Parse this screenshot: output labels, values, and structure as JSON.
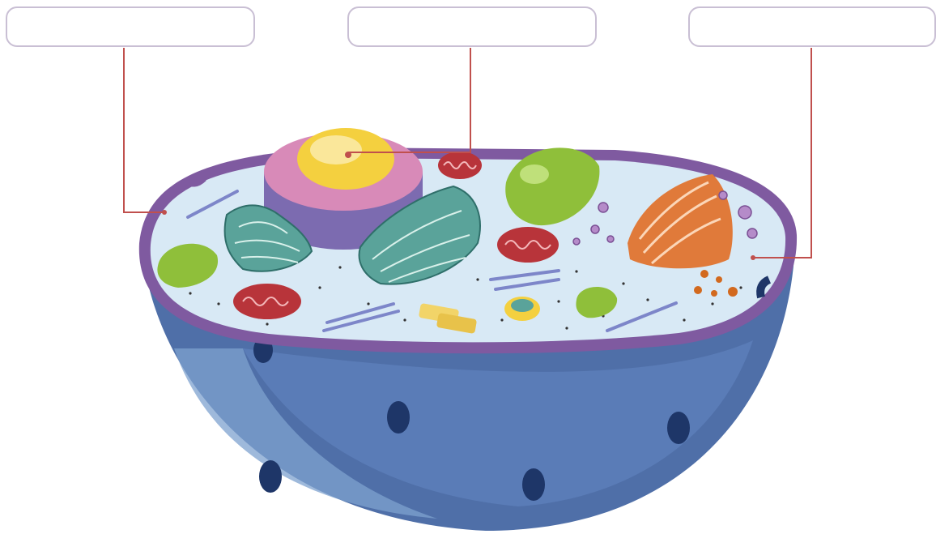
{
  "labels": [
    {
      "id": "left",
      "text": ""
    },
    {
      "id": "middle",
      "text": ""
    },
    {
      "id": "right",
      "text": ""
    }
  ],
  "colors": {
    "leader_line": "#c0504d",
    "box_border": "#c9bfd4",
    "cell_outer": "#4f6fa8",
    "cell_side": "#5f82bd",
    "membrane": "#8a63a6",
    "cytoplasm": "#d8e9f5",
    "nucleus": "#d88ab8",
    "nucleolus": "#f4d03f",
    "er": "#5aa39a",
    "mitochondria": "#b8343a",
    "golgi": "#e07a3a",
    "vacuole": "#8fbf3a",
    "vesicle": "#b58bc9"
  }
}
